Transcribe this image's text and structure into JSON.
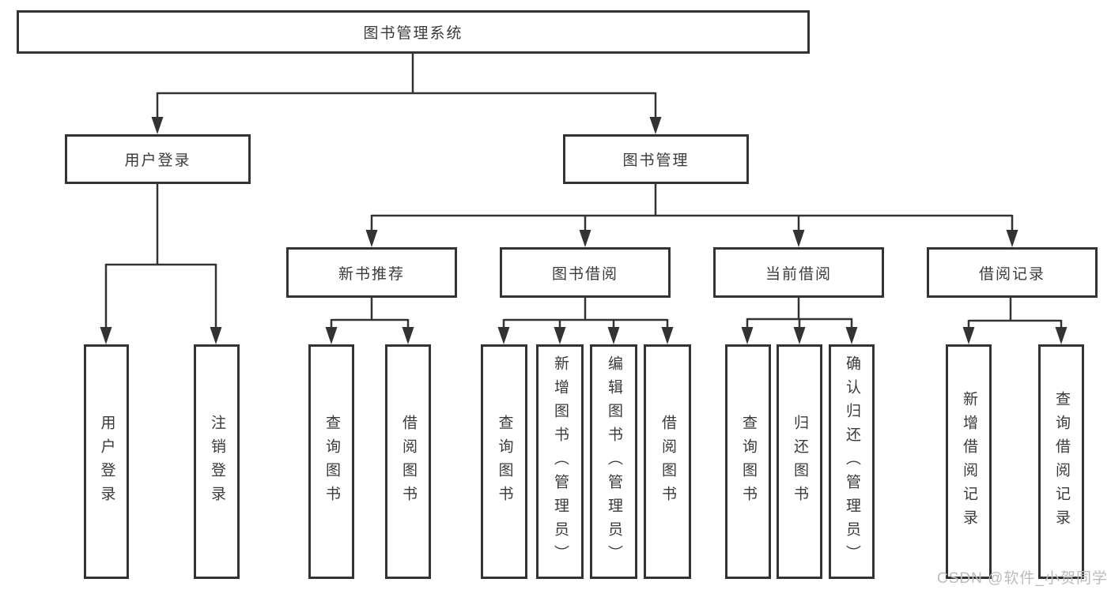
{
  "nodes": {
    "root": {
      "label": "图书管理系统"
    },
    "user_login": {
      "label": "用户登录",
      "leaves": [
        {
          "label": "用户登录"
        },
        {
          "label": "注销登录"
        }
      ]
    },
    "book_mgmt": {
      "label": "图书管理",
      "sections": [
        {
          "label": "新书推荐",
          "leaves": [
            {
              "label": "查询图书"
            },
            {
              "label": "借阅图书"
            }
          ]
        },
        {
          "label": "图书借阅",
          "leaves": [
            {
              "label": "查询图书"
            },
            {
              "label": "新增图书（管理员）"
            },
            {
              "label": "编辑图书（管理员）"
            },
            {
              "label": "借阅图书"
            }
          ]
        },
        {
          "label": "当前借阅",
          "leaves": [
            {
              "label": "查询图书"
            },
            {
              "label": "归还图书"
            },
            {
              "label": "确认归还（管理员）"
            }
          ]
        },
        {
          "label": "借阅记录",
          "leaves": [
            {
              "label": "新增借阅记录"
            },
            {
              "label": "查询借阅记录"
            }
          ]
        }
      ]
    }
  },
  "watermark": {
    "text": "CSDN @软件_小贺同学"
  },
  "colors": {
    "line": "#333333",
    "box_border": "#333333",
    "text": "#3a3a3a",
    "watermark": "#b9bcbf",
    "background": "#ffffff"
  }
}
